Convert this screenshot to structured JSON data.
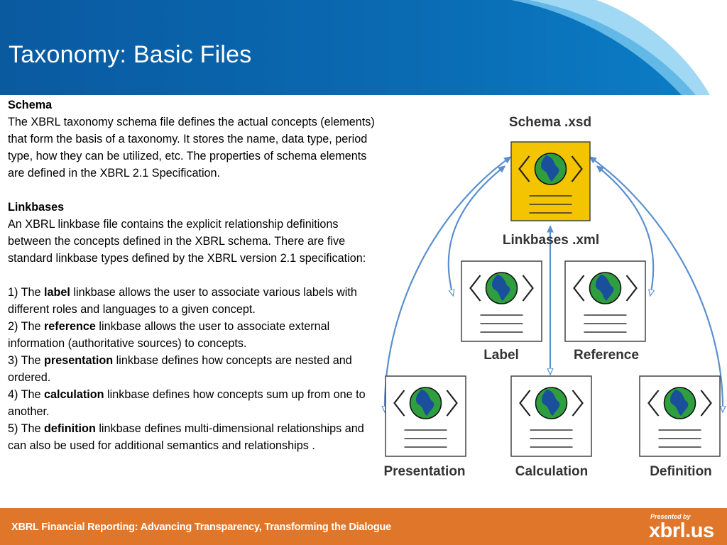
{
  "slide": {
    "title": "Taxonomy: Basic Files"
  },
  "content": {
    "schema_heading": "Schema",
    "schema_text": "The XBRL taxonomy schema file defines the actual concepts (elements) that form the basis of a taxonomy. It stores the name, data type, period type, how they can be utilized, etc. The properties of schema elements are defined in the XBRL 2.1 Specification.",
    "linkbases_heading": "Linkbases",
    "linkbases_text": "An XBRL linkbase file contains the explicit relationship definitions between the concepts defined in the XBRL schema. There are five standard linkbase types defined by the XBRL version 2.1 specification:",
    "items": [
      {
        "prefix": "1) The ",
        "term": "label",
        "text": " linkbase allows the user to associate various labels with different roles and languages to a given concept."
      },
      {
        "prefix": "2) The ",
        "term": "reference",
        "text": " linkbase allows the user to associate external information (authoritative sources) to concepts."
      },
      {
        "prefix": "3) The ",
        "term": "presentation",
        "text": " linkbase defines how concepts are nested and ordered."
      },
      {
        "prefix": "4) The ",
        "term": "calculation",
        "text": " linkbase defines how concepts sum up from one to another."
      },
      {
        "prefix": "5) The ",
        "term": "definition",
        "text": " linkbase defines multi-dimensional relationships and can also be used for additional semantics and relationships ."
      }
    ]
  },
  "diagram": {
    "schema_label": "Schema .xsd",
    "linkbases_label": "Linkbases .xml",
    "nodes": [
      "Label",
      "Reference",
      "Presentation",
      "Calculation",
      "Definition"
    ],
    "colors": {
      "schema_fill": "#f5c400",
      "arrow": "#5a8fd0",
      "globe_land": "#2e9e3e",
      "globe_sea": "#1a4f9c"
    }
  },
  "footer": {
    "tagline": "XBRL Financial Reporting: Advancing Transparency, Transforming the Dialogue",
    "presented_by": "Presented by",
    "brand": "xbrl.us"
  }
}
